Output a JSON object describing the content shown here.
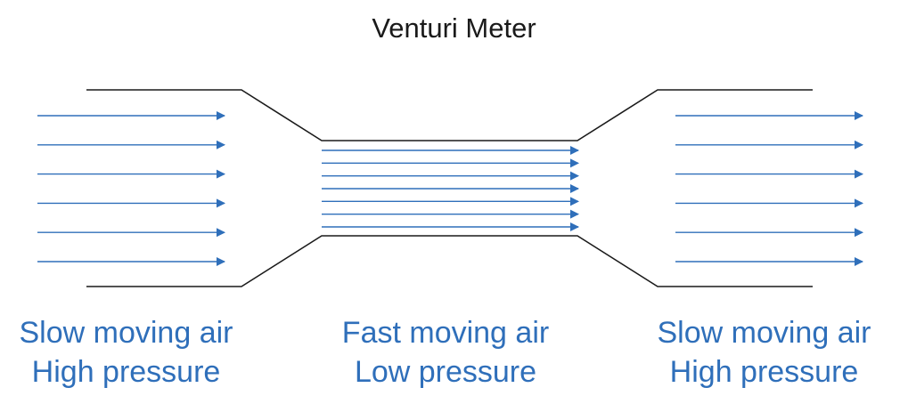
{
  "title": "Venturi Meter",
  "colors": {
    "arrow": "#2f6fba",
    "label": "#2f6fba",
    "wall": "#1a1a1a"
  },
  "regions": [
    {
      "id": "left",
      "line1": "Slow moving air",
      "line2": "High pressure",
      "arrow_count": 6
    },
    {
      "id": "middle",
      "line1": "Fast moving air",
      "line2": "Low pressure",
      "arrow_count": 7
    },
    {
      "id": "right",
      "line1": "Slow moving air",
      "line2": "High pressure",
      "arrow_count": 6
    }
  ]
}
